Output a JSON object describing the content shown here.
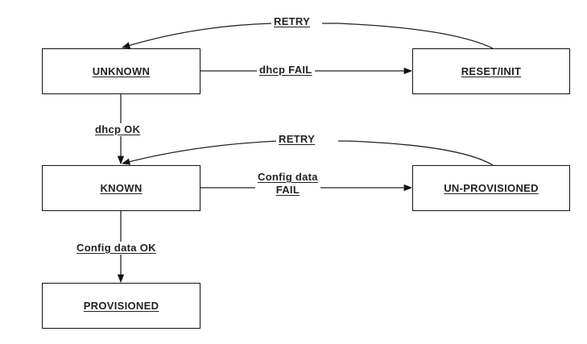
{
  "states": {
    "unknown": "UNKNOWN",
    "reset_init": "RESET/INIT",
    "known": "KNOWN",
    "un_provisioned": "UN-PROVISIONED",
    "provisioned": "PROVISIONED"
  },
  "transitions": {
    "retry_top": "RETRY",
    "dhcp_fail": "dhcp FAIL",
    "dhcp_ok": "dhcp OK",
    "retry_middle": "RETRY",
    "config_fail_line1": "Config data",
    "config_fail_line2": "FAIL",
    "config_ok": "Config data OK"
  }
}
